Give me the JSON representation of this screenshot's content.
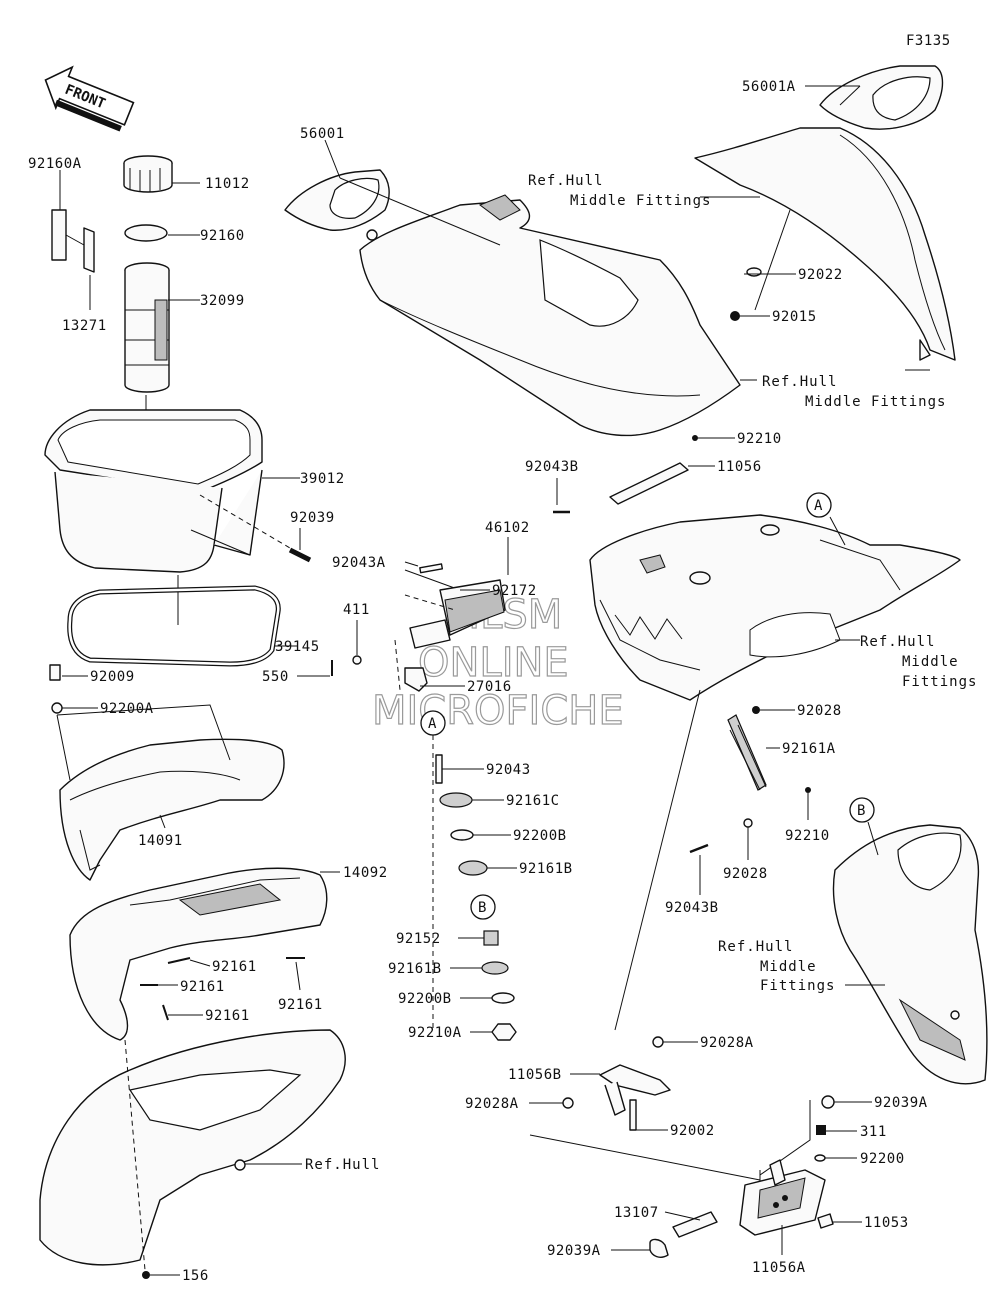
{
  "figure_code": "F3135",
  "front_label": "FRONT",
  "watermark": [
    "HLSM",
    "ONLINE",
    "MICROFICHE"
  ],
  "callouts": {
    "A_top": "A",
    "A_mid": "A",
    "B_mid": "B",
    "B_right": "B"
  },
  "parts": {
    "p56001A": "56001A",
    "p56001": "56001",
    "p92160A": "92160A",
    "p11012": "11012",
    "p92160": "92160",
    "p32099": "32099",
    "p13271": "13271",
    "p39012": "39012",
    "p92039": "92039",
    "p39145": "39145",
    "p92022": "92022",
    "p92015": "92015",
    "p92210": "92210",
    "p92043B_top": "92043B",
    "p11056": "11056",
    "p46102": "46102",
    "p92043A": "92043A",
    "p92172": "92172",
    "p411": "411",
    "p550": "550",
    "p27016": "27016",
    "p92009": "92009",
    "p92200A": "92200A",
    "p14091": "14091",
    "p14092": "14092",
    "p92161_1": "92161",
    "p92161_2": "92161",
    "p92161_3": "92161",
    "p92161_4": "92161",
    "p92043": "92043",
    "p92161C": "92161C",
    "p92200B": "92200B",
    "p92161B": "92161B",
    "p92152": "92152",
    "p92161B_2": "92161B",
    "p92200B_2": "92200B",
    "p92210A": "92210A",
    "p92028_1": "92028",
    "p92161A": "92161A",
    "p92210_2": "92210",
    "p92028_2": "92028",
    "p92043B_2": "92043B",
    "p92028A_1": "92028A",
    "p11056B": "11056B",
    "p92028A_2": "92028A",
    "p92002": "92002",
    "p92039A_1": "92039A",
    "p311": "311",
    "p92200": "92200",
    "p13107": "13107",
    "p11053": "11053",
    "p92039A_2": "92039A",
    "p11056A": "11056A",
    "p156": "156"
  },
  "refs": {
    "r1_l1": "Ref.Hull",
    "r1_l2": "Middle Fittings",
    "r2_l1": "Ref.Hull",
    "r2_l2": "Middle Fittings",
    "r3_l1": "Ref.Hull",
    "r3_l2": "Middle",
    "r3_l3": "Fittings",
    "r4_l1": "Ref.Hull",
    "r4_l2": "Middle",
    "r4_l3": "Fittings",
    "r5": "Ref.Hull"
  }
}
